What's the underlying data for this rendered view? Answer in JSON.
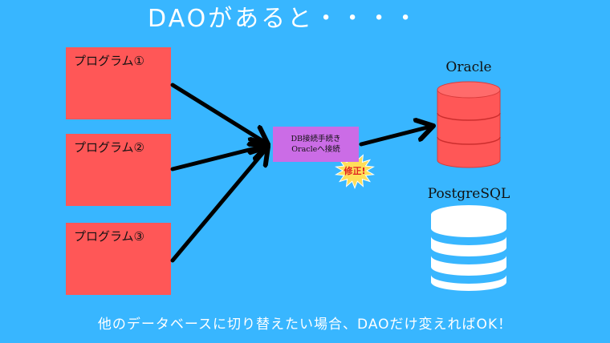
{
  "title": "DAOがあると・・・・",
  "programs": [
    {
      "label": "プログラム①"
    },
    {
      "label": "プログラム②"
    },
    {
      "label": "プログラム③"
    }
  ],
  "dao_box": {
    "line1": "DB接続手続き",
    "line2": "Oracleへ接続"
  },
  "badge": {
    "text": "修正!"
  },
  "databases": [
    {
      "label": "Oracle",
      "color": "#ff5757",
      "state": "connected"
    },
    {
      "label": "PostgreSQL",
      "color": "#ffffff",
      "state": "alternative"
    }
  ],
  "footer": "他のデータベースに切り替えたい場合、DAOだけ変えればOK！",
  "colors": {
    "background": "#38b6ff",
    "program_box": "#ff5757",
    "dao_box": "#cb6ce6",
    "badge": "#ffde59",
    "arrow": "#000000"
  }
}
